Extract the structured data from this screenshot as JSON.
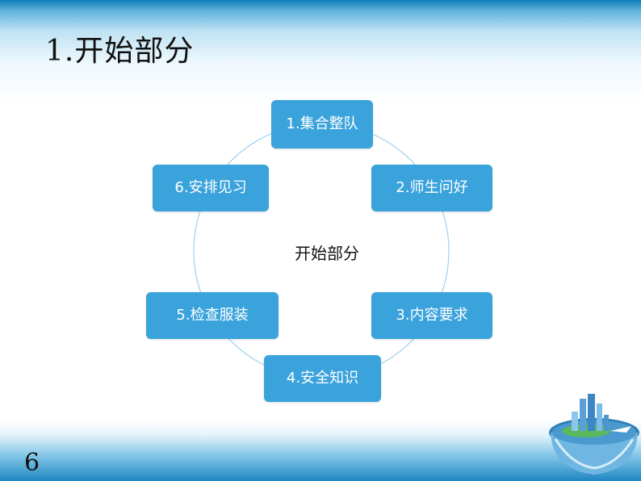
{
  "slide": {
    "title": "1.开始部分",
    "page_number": "6"
  },
  "diagram": {
    "center_label": "开始部分",
    "nodes": [
      {
        "label": "1.集合整队"
      },
      {
        "label": "2.师生问好"
      },
      {
        "label": "3.内容要求"
      },
      {
        "label": "4.安全知识"
      },
      {
        "label": "5.检查服装"
      },
      {
        "label": "6.安排见习"
      }
    ]
  },
  "colors": {
    "node_fill": "#3aa3dc",
    "ring_stroke": "#9fd0ec",
    "band_blue": "#0f7db9"
  }
}
